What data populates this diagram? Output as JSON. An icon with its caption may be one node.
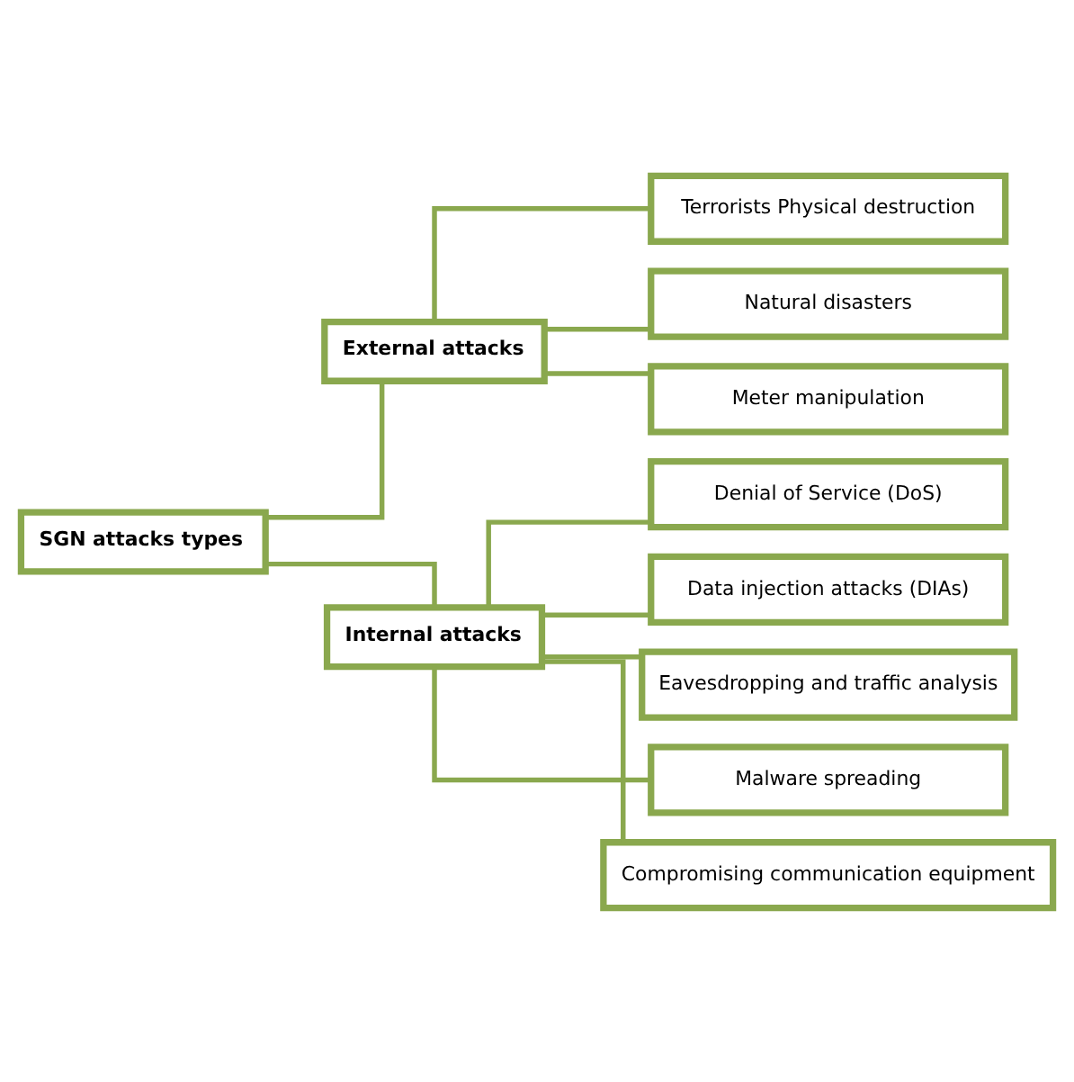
{
  "diagram": {
    "nodes": [
      {
        "text": [
          "SGN attacks types"
        ]
      },
      {
        "text": [
          "External attacks"
        ]
      },
      {
        "text": [
          "Internal attacks"
        ]
      },
      {
        "text": [
          "Terrorists Physical destruction"
        ]
      },
      {
        "text": [
          "Natural disasters"
        ]
      },
      {
        "text": [
          "Meter manipulation"
        ]
      },
      {
        "text": [
          "Denial of Service (DoS)"
        ]
      },
      {
        "text": [
          "Data injection attacks (DIAs)"
        ]
      },
      {
        "text": [
          "Eavesdropping and traffic analysis"
        ]
      },
      {
        "text": [
          "Malware spreading"
        ]
      },
      {
        "text": [
          "Compromising communication equipment"
        ]
      }
    ],
    "edges": [
      {
        "from": 0,
        "to": 1,
        "arrow": "none"
      },
      {
        "from": 0,
        "to": 2,
        "arrow": "none"
      },
      {
        "from": 1,
        "to": 3,
        "arrow": "none"
      },
      {
        "from": 1,
        "to": 4,
        "arrow": "none"
      },
      {
        "from": 1,
        "to": 5,
        "arrow": "none"
      },
      {
        "from": 2,
        "to": 6,
        "arrow": "none"
      },
      {
        "from": 2,
        "to": 7,
        "arrow": "none"
      },
      {
        "from": 2,
        "to": 8,
        "arrow": "none"
      },
      {
        "from": 2,
        "to": 9,
        "arrow": "none"
      },
      {
        "from": 2,
        "to": 10,
        "arrow": "none"
      }
    ]
  }
}
